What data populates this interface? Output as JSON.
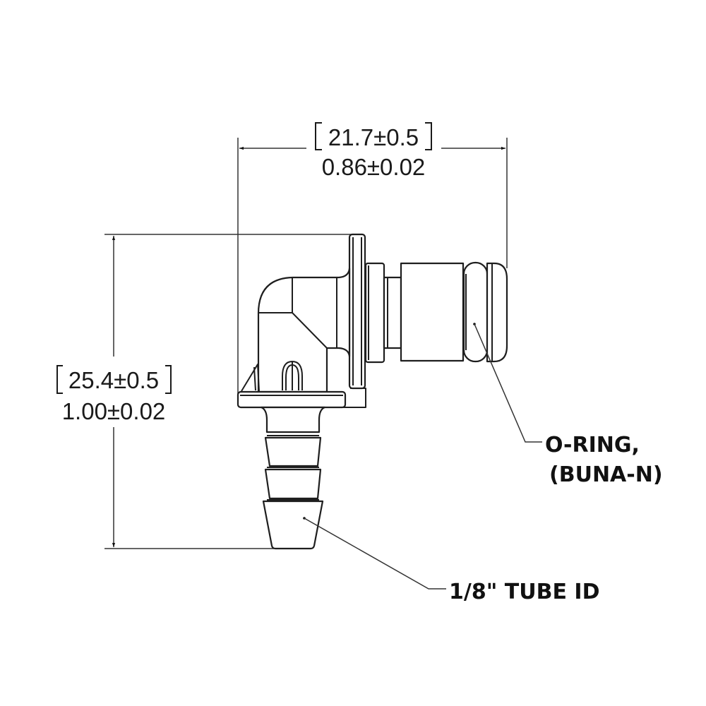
{
  "drawing": {
    "title": "Elbow barb fitting with O-ring - dimensioned side view",
    "colors": {
      "line": "#222222",
      "text": "#1a1a1a",
      "background": "#ffffff"
    }
  },
  "dimensions": {
    "width": {
      "metric": "21.7±0.5",
      "imperial": "0.86±0.02",
      "metric_unit_hint": "mm",
      "imperial_unit_hint": "in"
    },
    "height": {
      "metric": "25.4±0.5",
      "imperial": "1.00±0.02",
      "metric_unit_hint": "mm",
      "imperial_unit_hint": "in"
    }
  },
  "callouts": {
    "oring": {
      "line1": "O-RING,",
      "line2": "(BUNA-N)"
    },
    "tube": {
      "label": "1/8\" TUBE ID"
    }
  }
}
